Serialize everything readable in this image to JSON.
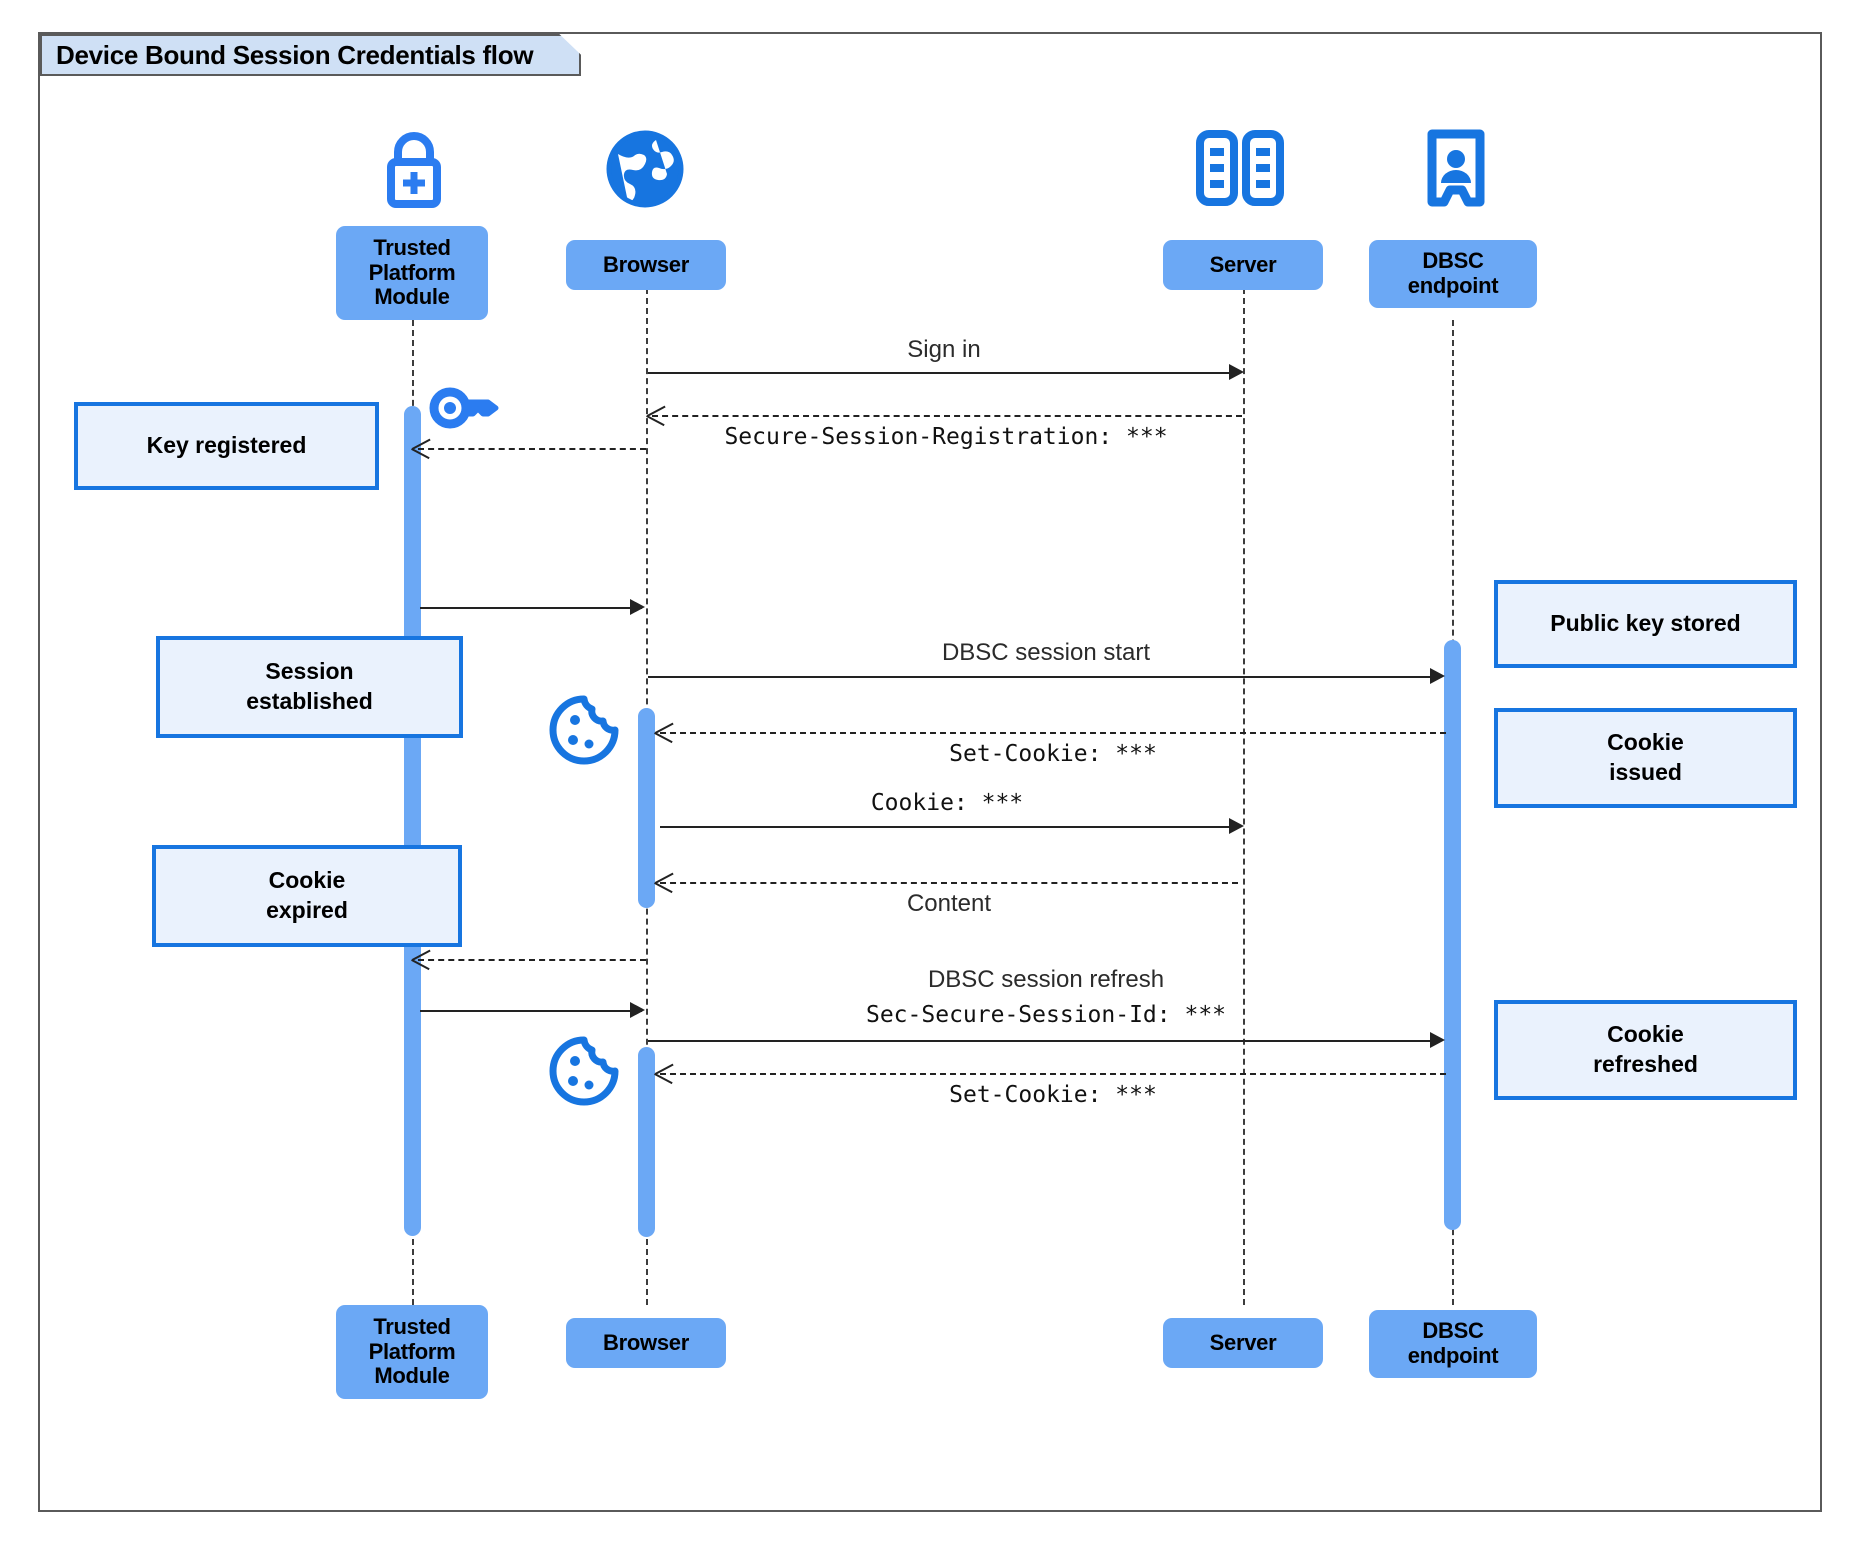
{
  "diagram": {
    "title": "Device Bound Session Credentials flow",
    "type": "uml-sequence-diagram",
    "colors": {
      "participant_fill": "#6ba8f5",
      "note_fill": "#eaf2fd",
      "note_border": "#1775e0",
      "icon_blue": "#1775e0",
      "activation_fill": "#6ba8f5",
      "frame_border": "#5a5a5a",
      "title_fill": "#cfe0f5"
    }
  },
  "participants": [
    {
      "id": "tpm",
      "label": "Trusted\nPlatform\nModule",
      "icon": "lock-plus-icon"
    },
    {
      "id": "browser",
      "label": "Browser",
      "icon": "globe-icon"
    },
    {
      "id": "server",
      "label": "Server",
      "icon": "server-rack-icon"
    },
    {
      "id": "dbsc",
      "label": "DBSC\nendpoint",
      "icon": "id-badge-icon"
    }
  ],
  "messages": [
    {
      "id": "m1",
      "label": "Sign in",
      "style": "plain",
      "kind": "solid",
      "from": "browser",
      "to": "server"
    },
    {
      "id": "m2",
      "label": "Secure-Session-Registration: ***",
      "style": "mono",
      "kind": "dashed",
      "from": "server",
      "to": "browser"
    },
    {
      "id": "m3",
      "label": "",
      "style": "plain",
      "kind": "dashed",
      "from": "browser",
      "to": "tpm"
    },
    {
      "id": "m4",
      "label": "",
      "style": "plain",
      "kind": "solid",
      "from": "tpm",
      "to": "browser"
    },
    {
      "id": "m5",
      "label": "DBSC session start",
      "style": "plain",
      "kind": "solid",
      "from": "browser",
      "to": "dbsc"
    },
    {
      "id": "m6",
      "label": "Set-Cookie: ***",
      "style": "mono",
      "kind": "dashed",
      "from": "dbsc",
      "to": "browser"
    },
    {
      "id": "m7",
      "label": "Cookie: ***",
      "style": "mono",
      "kind": "solid",
      "from": "browser",
      "to": "server"
    },
    {
      "id": "m8",
      "label": "Content",
      "style": "plain",
      "kind": "dashed",
      "from": "server",
      "to": "browser"
    },
    {
      "id": "m9",
      "label": "",
      "style": "plain",
      "kind": "dashed",
      "from": "browser",
      "to": "tpm"
    },
    {
      "id": "m10",
      "label": "",
      "style": "plain",
      "kind": "solid",
      "from": "tpm",
      "to": "browser"
    },
    {
      "id": "m11",
      "label": "DBSC session refresh",
      "style": "plain",
      "kind": "solid",
      "from": "browser",
      "to": "dbsc"
    },
    {
      "id": "m11b",
      "label": "Sec-Secure-Session-Id: ***",
      "style": "mono",
      "kind": "solid",
      "from": "browser",
      "to": "dbsc"
    },
    {
      "id": "m12",
      "label": "Set-Cookie: ***",
      "style": "mono",
      "kind": "dashed",
      "from": "dbsc",
      "to": "browser"
    }
  ],
  "notes": [
    {
      "id": "n1",
      "label": "Key registered",
      "side": "left",
      "attached_to": "tpm"
    },
    {
      "id": "n2",
      "label": "Session\nestablished",
      "side": "left",
      "attached_to": "tpm"
    },
    {
      "id": "n3",
      "label": "Cookie\nexpired",
      "side": "left",
      "attached_to": "tpm"
    },
    {
      "id": "n4",
      "label": "Public key stored",
      "side": "right",
      "attached_to": "dbsc"
    },
    {
      "id": "n5",
      "label": "Cookie\nissued",
      "side": "right",
      "attached_to": "dbsc"
    },
    {
      "id": "n6",
      "label": "Cookie\nrefreshed",
      "side": "right",
      "attached_to": "dbsc"
    }
  ],
  "inline_icons": [
    {
      "id": "key1",
      "name": "key-icon",
      "near": "tpm"
    },
    {
      "id": "cookie1",
      "name": "cookie-icon",
      "near": "browser"
    },
    {
      "id": "cookie2",
      "name": "cookie-icon",
      "near": "browser"
    }
  ]
}
